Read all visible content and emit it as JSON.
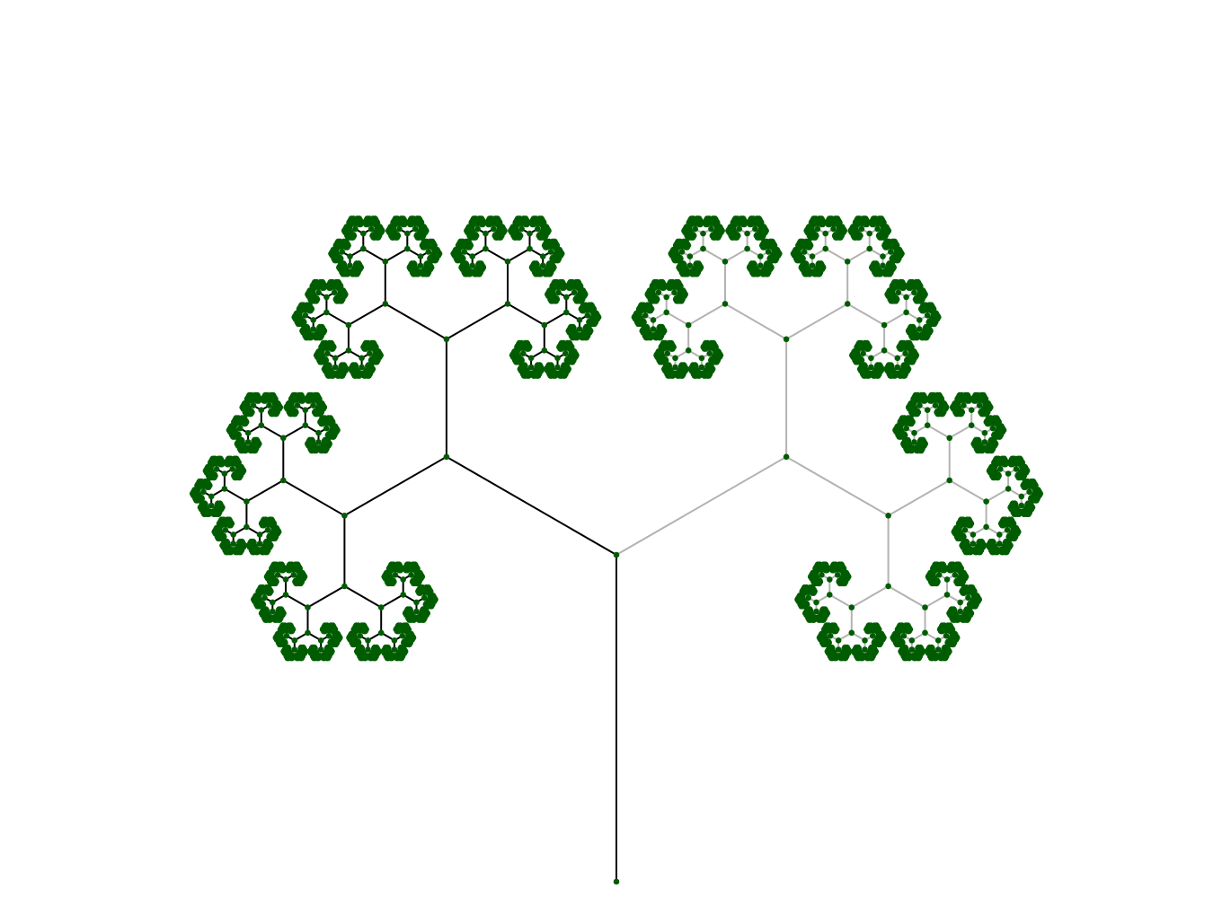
{
  "diagram": {
    "type": "fractal-binary-tree",
    "branch_angle_deg": 60,
    "length_ratio": 0.6,
    "depth": 13,
    "colors": {
      "background": "#ffffff",
      "left_subtree_edge": "#000000",
      "right_subtree_edge": "#b3b3b3",
      "node": "#005c00"
    }
  }
}
